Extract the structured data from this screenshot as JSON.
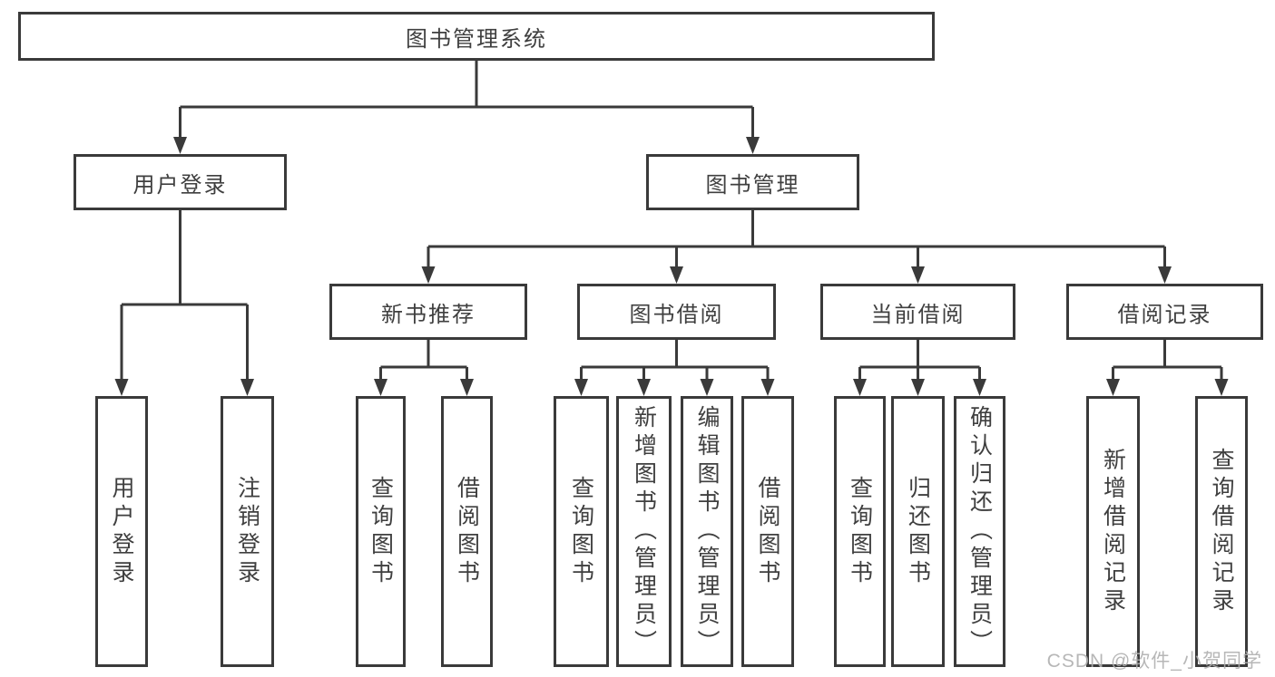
{
  "nodes": {
    "root": "图书管理系统",
    "login": "用户登录",
    "management": "图书管理",
    "recommend": "新书推荐",
    "borrow": "图书借阅",
    "current": "当前借阅",
    "records": "借阅记录"
  },
  "leaves": {
    "login": [
      "用户登录",
      "注销登录"
    ],
    "recommend": [
      "查询图书",
      "借阅图书"
    ],
    "borrow": [
      "查询图书",
      "新增图书（管理员）",
      "编辑图书（管理员）",
      "借阅图书"
    ],
    "current": [
      "查询图书",
      "归还图书",
      "确认归还（管理员）"
    ],
    "records": [
      "新增借阅记录",
      "查询借阅记录"
    ]
  },
  "watermark": "CSDN @软件_小贺同学",
  "colors": {
    "line": "#3a3a3a",
    "text": "#3f3f3f",
    "watermark": "#b0b0b0",
    "bg": "#ffffff"
  }
}
